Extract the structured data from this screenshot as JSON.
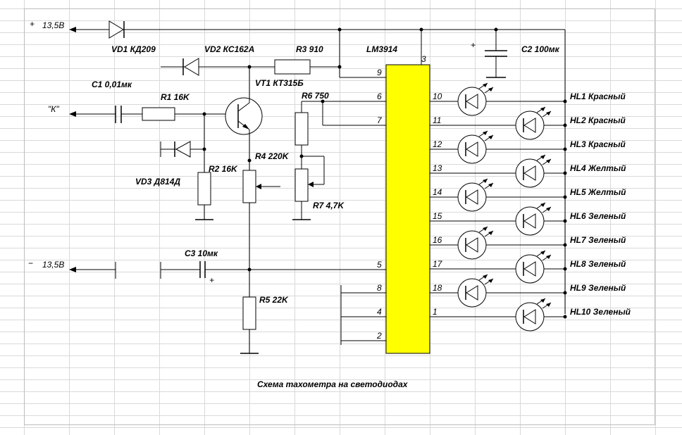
{
  "caption": "Схема тахометра на светодиодах",
  "power": {
    "plus_sign": "+",
    "plus_label": "13,5В",
    "minus_sign": "−",
    "minus_label": "13,5В"
  },
  "input_label": "\"К\"",
  "components": {
    "vd1": "VD1 КД209",
    "vd2": "VD2 КС162А",
    "r3": "R3 910",
    "ic": "LM3914",
    "c2": "C2 100мк",
    "c2_plus": "+",
    "c1": "C1 0,01мк",
    "r1": "R1 16K",
    "vt1": "VT1 КТ315Б",
    "r6": "R6 750",
    "r4": "R4 220K",
    "r2": "R2 16K",
    "vd3": "VD3 Д814Д",
    "r7": "R7 4,7K",
    "c3": "C3 10мк",
    "c3_plus": "+",
    "r5": "R5 22K"
  },
  "ic_pins_left": [
    "9",
    "6",
    "7",
    "5",
    "8",
    "4",
    "2"
  ],
  "ic_pin_top": "3",
  "ic_pins_right": [
    "10",
    "11",
    "12",
    "13",
    "14",
    "15",
    "16",
    "17",
    "18",
    "1"
  ],
  "leds": [
    "HL1 Красный",
    "HL2 Красный",
    "HL3 Красный",
    "HL4 Желтый",
    "HL5 Желтый",
    "HL6 Зеленый",
    "HL7 Зеленый",
    "HL8 Зеленый",
    "HL9 Зеленый",
    "HL10 Зеленый"
  ],
  "colors": {
    "ic_fill": "#ffff00",
    "ic_stroke": "#000000",
    "grid": "#d9d9d9"
  }
}
